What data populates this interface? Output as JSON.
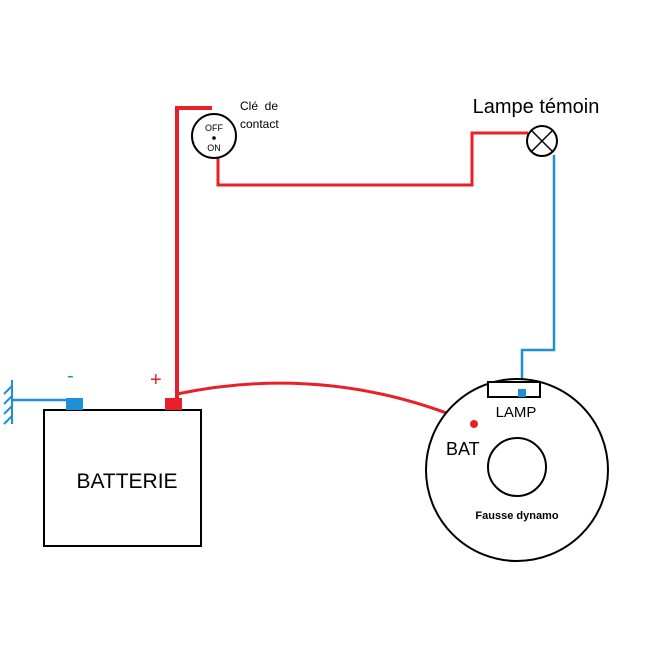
{
  "colors": {
    "positive_wire": "#e8202a",
    "lamp_wire": "#1e90d8",
    "outline": "#000000",
    "background": "#ffffff"
  },
  "battery": {
    "label": "BATTERIE",
    "negative_symbol": "-",
    "positive_symbol": "+"
  },
  "ignition_switch": {
    "label_line1": "Clé  de",
    "label_line2": "contact",
    "off_label": "OFF",
    "on_label": "ON"
  },
  "warning_lamp": {
    "label": "Lampe témoin",
    "symbol": "lamp-cross-icon"
  },
  "dynamo": {
    "lamp_terminal_label": "LAMP",
    "bat_terminal_label": "BAT",
    "caption": "Fausse dynamo"
  },
  "ground": {
    "symbol": "ground-icon"
  }
}
